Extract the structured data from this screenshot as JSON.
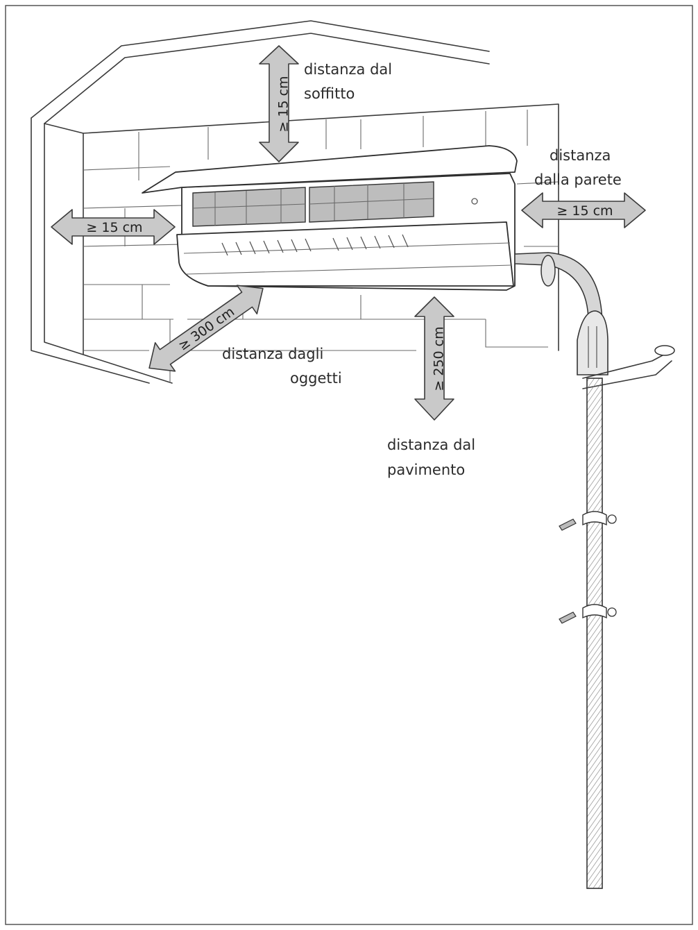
{
  "colors": {
    "line": "#3a3a3a",
    "arrow_fill": "#c9c9c9",
    "filter_fill": "#bdbdbd",
    "pipe_fill": "#cfcfcf",
    "background": "#ffffff"
  },
  "labels": {
    "ceiling": [
      "distanza dal",
      "soffitto"
    ],
    "wall": [
      "distanza",
      "dalla parete"
    ],
    "objects": [
      "distanza dagli",
      "oggetti"
    ],
    "floor": [
      "distanza dal",
      "pavimento"
    ]
  },
  "arrows": {
    "ceiling": "≥ 15 cm",
    "left": "≥ 15 cm",
    "right": "≥ 15 cm",
    "objects": "≥ 300 cm",
    "floor": "≥ 250 cm"
  }
}
